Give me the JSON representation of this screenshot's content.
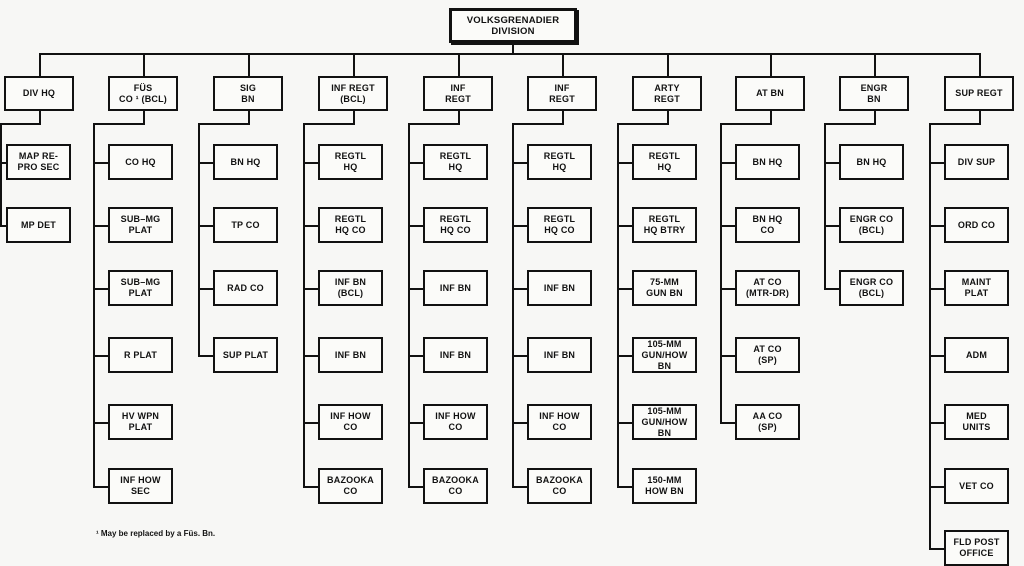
{
  "title": "VOLKSGRENADIER\nDIVISION",
  "footnote": "¹ May be replaced by a Füs. Bn.",
  "units": [
    {
      "label": "DIV HQ",
      "subs": [
        "MAP RE-\nPRO SEC",
        "MP DET"
      ]
    },
    {
      "label": "FÜS\nCO ¹ (BCL)",
      "subs": [
        "CO HQ",
        "SUB–MG\nPLAT",
        "SUB–MG\nPLAT",
        "R PLAT",
        "HV WPN\nPLAT",
        "INF HOW\nSEC"
      ]
    },
    {
      "label": "SIG\nBN",
      "subs": [
        "BN HQ",
        "TP CO",
        "RAD CO",
        "SUP PLAT"
      ]
    },
    {
      "label": "INF REGT\n(BCL)",
      "subs": [
        "REGTL\nHQ",
        "REGTL\nHQ CO",
        "INF BN\n(BCL)",
        "INF BN",
        "INF HOW\nCO",
        "BAZOOKA\nCO"
      ]
    },
    {
      "label": "INF\nREGT",
      "subs": [
        "REGTL\nHQ",
        "REGTL\nHQ CO",
        "INF BN",
        "INF BN",
        "INF HOW\nCO",
        "BAZOOKA\nCO"
      ]
    },
    {
      "label": "INF\nREGT",
      "subs": [
        "REGTL\nHQ",
        "REGTL\nHQ CO",
        "INF BN",
        "INF BN",
        "INF HOW\nCO",
        "BAZOOKA\nCO"
      ]
    },
    {
      "label": "ARTY\nREGT",
      "subs": [
        "REGTL\nHQ",
        "REGTL\nHQ BTRY",
        "75-MM\nGUN BN",
        "105-MM\nGUN/HOW\nBN",
        "105-MM\nGUN/HOW\nBN",
        "150-MM\nHOW BN"
      ]
    },
    {
      "label": "AT BN",
      "subs": [
        "BN HQ",
        "BN HQ\nCO",
        "AT CO\n(MTR-DR)",
        "AT CO\n(SP)",
        "AA CO\n(SP)"
      ]
    },
    {
      "label": "ENGR\nBN",
      "subs": [
        "BN HQ",
        "ENGR CO\n(BCL)",
        "ENGR CO\n(BCL)"
      ]
    },
    {
      "label": "SUP REGT",
      "subs": [
        "DIV SUP",
        "ORD CO",
        "MAINT\nPLAT",
        "ADM",
        "MED\nUNITS",
        "VET CO",
        "FLD POST\nOFFICE"
      ]
    }
  ]
}
